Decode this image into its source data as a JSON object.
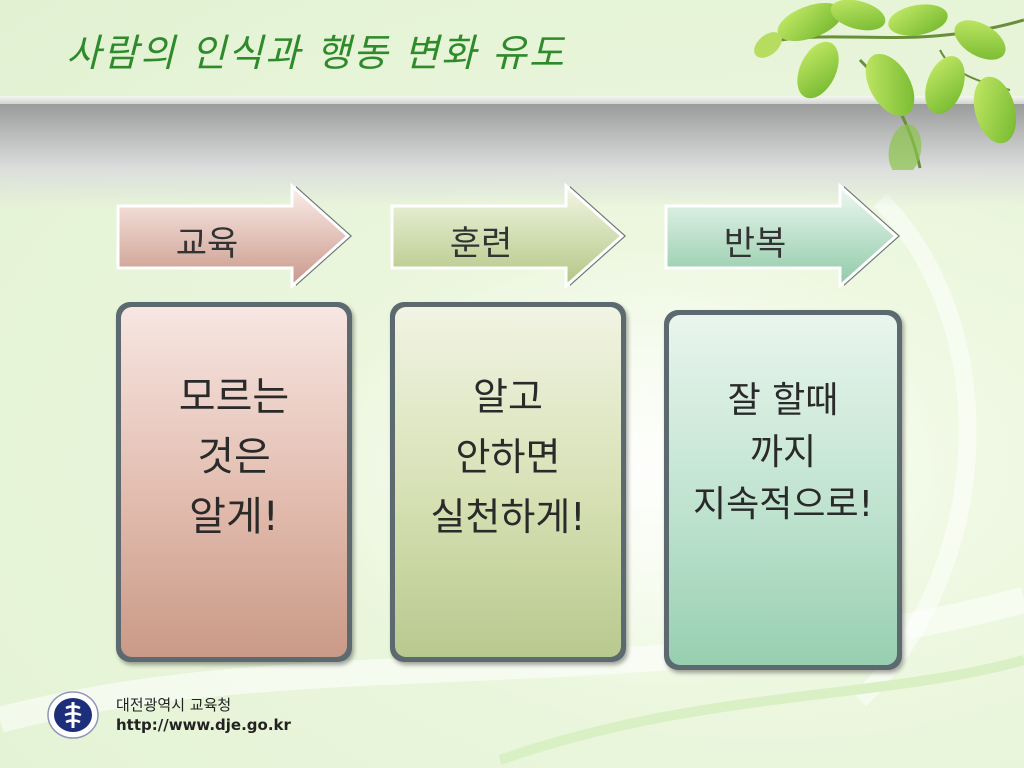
{
  "slide": {
    "title": "사람의 인식과 행동 변화 유도"
  },
  "steps": [
    {
      "label": "교육"
    },
    {
      "label": "훈련"
    },
    {
      "label": "반복"
    }
  ],
  "cards": [
    {
      "lines": [
        "모르는",
        "것은",
        "알게!"
      ]
    },
    {
      "lines": [
        "알고",
        "안하면",
        "실천하게!"
      ]
    },
    {
      "lines": [
        "잘 할때",
        "까지",
        "지속적으로!"
      ]
    }
  ],
  "footer": {
    "org_name": "대전광역시 교육청",
    "url": "http://www.dje.go.kr"
  },
  "colors": {
    "title_green": "#2f8a2c",
    "card_rose": "#c99a87",
    "card_olive": "#b8c98e",
    "card_mint": "#98cfb1",
    "logo_navy": "#1d2f7a"
  },
  "icons": [
    "leaf-branch-decoration",
    "education-office-emblem-icon"
  ]
}
